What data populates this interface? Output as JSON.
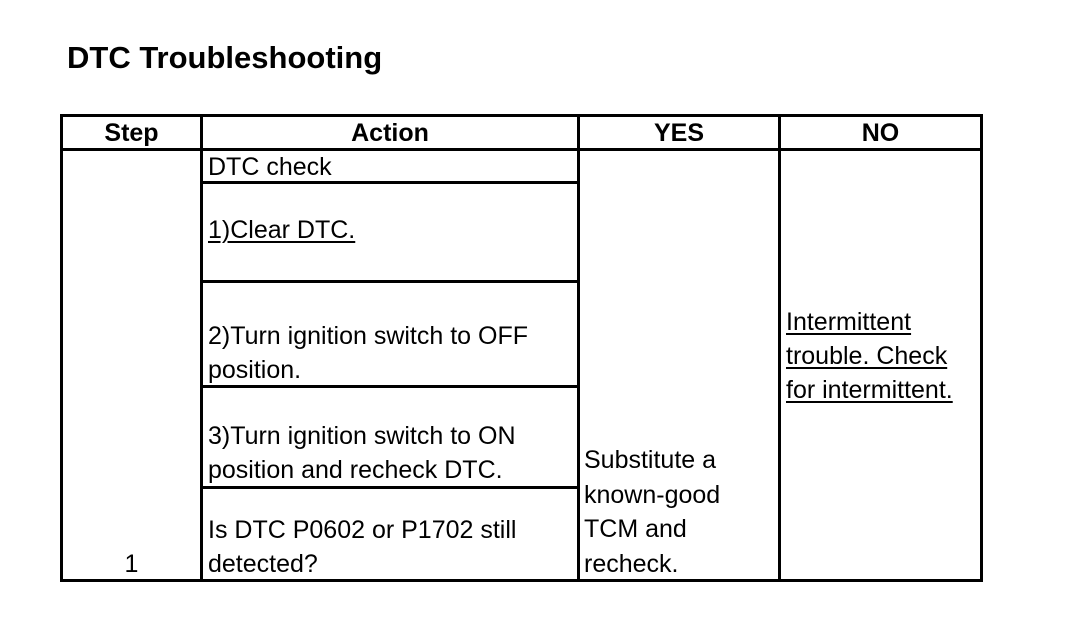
{
  "title": "DTC Troubleshooting",
  "table": {
    "headers": {
      "step": "Step",
      "action": "Action",
      "yes": "YES",
      "no": "NO"
    },
    "rows": [
      {
        "step": "1",
        "action": {
          "heading": "DTC check",
          "items": [
            {
              "lines": [
                "1)Clear DTC."
              ]
            },
            {
              "lines": [
                "2)Turn ignition switch to OFF",
                "position."
              ]
            },
            {
              "lines": [
                "3)Turn ignition switch to ON",
                "position and recheck DTC."
              ]
            },
            {
              "lines": [
                "Is DTC P0602 or P1702 still",
                "detected?"
              ]
            }
          ]
        },
        "yes": {
          "lines": [
            "Substitute a",
            "known-good",
            "TCM and",
            "recheck."
          ]
        },
        "no": {
          "lines": [
            "Intermittent",
            "trouble. Check",
            "for intermittent."
          ]
        }
      }
    ]
  }
}
